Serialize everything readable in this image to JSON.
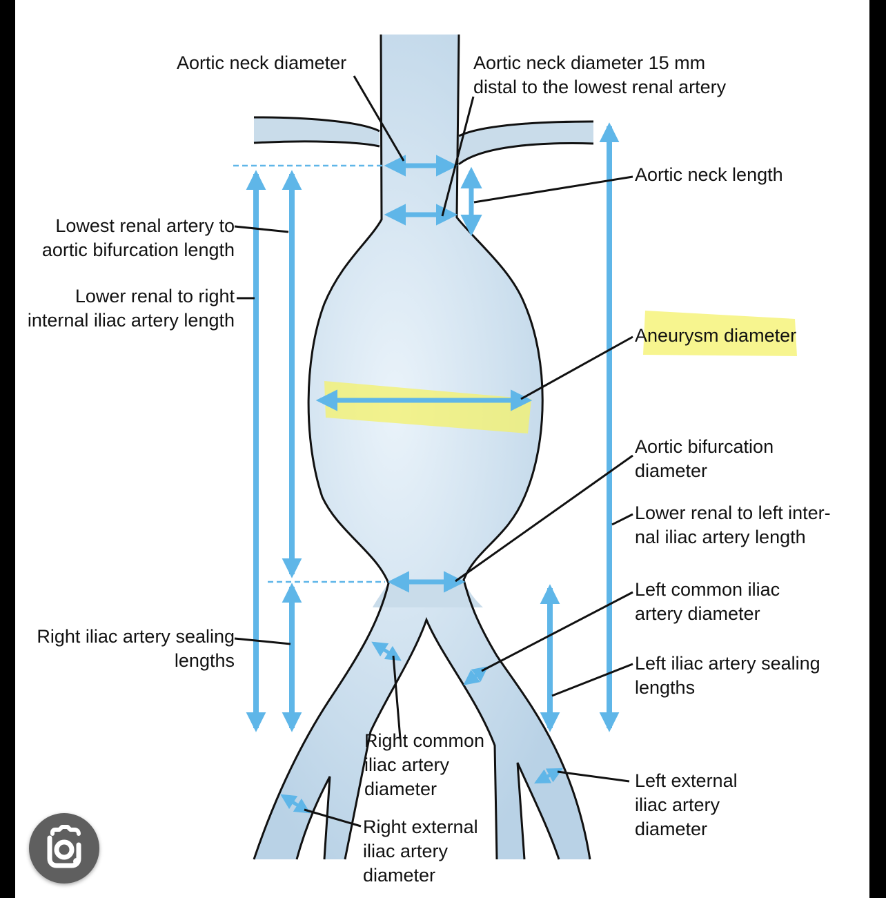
{
  "labels": {
    "aortic_neck_diameter": "Aortic neck diameter",
    "aortic_neck_diameter_15mm": "Aortic neck diameter 15 mm\ndistal to the lowest renal artery",
    "aortic_neck_length": "Aortic neck length",
    "lowest_renal_to_bifurcation": "Lowest renal artery to\naortic bifurcation length",
    "lower_renal_to_right_internal": "Lower renal to right\ninternal iliac artery length",
    "aneurysm_diameter": "Aneurysm diameter",
    "aortic_bifurcation_diameter": "Aortic bifurcation\ndiameter",
    "lower_renal_to_left_internal": "Lower renal to left inter-\nnal iliac artery length",
    "left_common_iliac_diameter": "Left common iliac\nartery diameter",
    "right_iliac_sealing": "Right iliac artery sealing\nlengths",
    "left_iliac_sealing": "Left iliac artery sealing\nlengths",
    "right_common_iliac_diameter": "Right common\niliac artery\ndiameter",
    "left_external_iliac_diameter": "Left external\niliac artery\ndiameter",
    "right_external_iliac_diameter": "Right external\niliac artery\ndiameter"
  },
  "colors": {
    "vessel_fill": "#c9dcea",
    "vessel_outline": "#111111",
    "measure_arrow": "#5fb6e8",
    "highlight": "#f4f26a"
  },
  "icons": {
    "lens": "google-lens-icon"
  }
}
